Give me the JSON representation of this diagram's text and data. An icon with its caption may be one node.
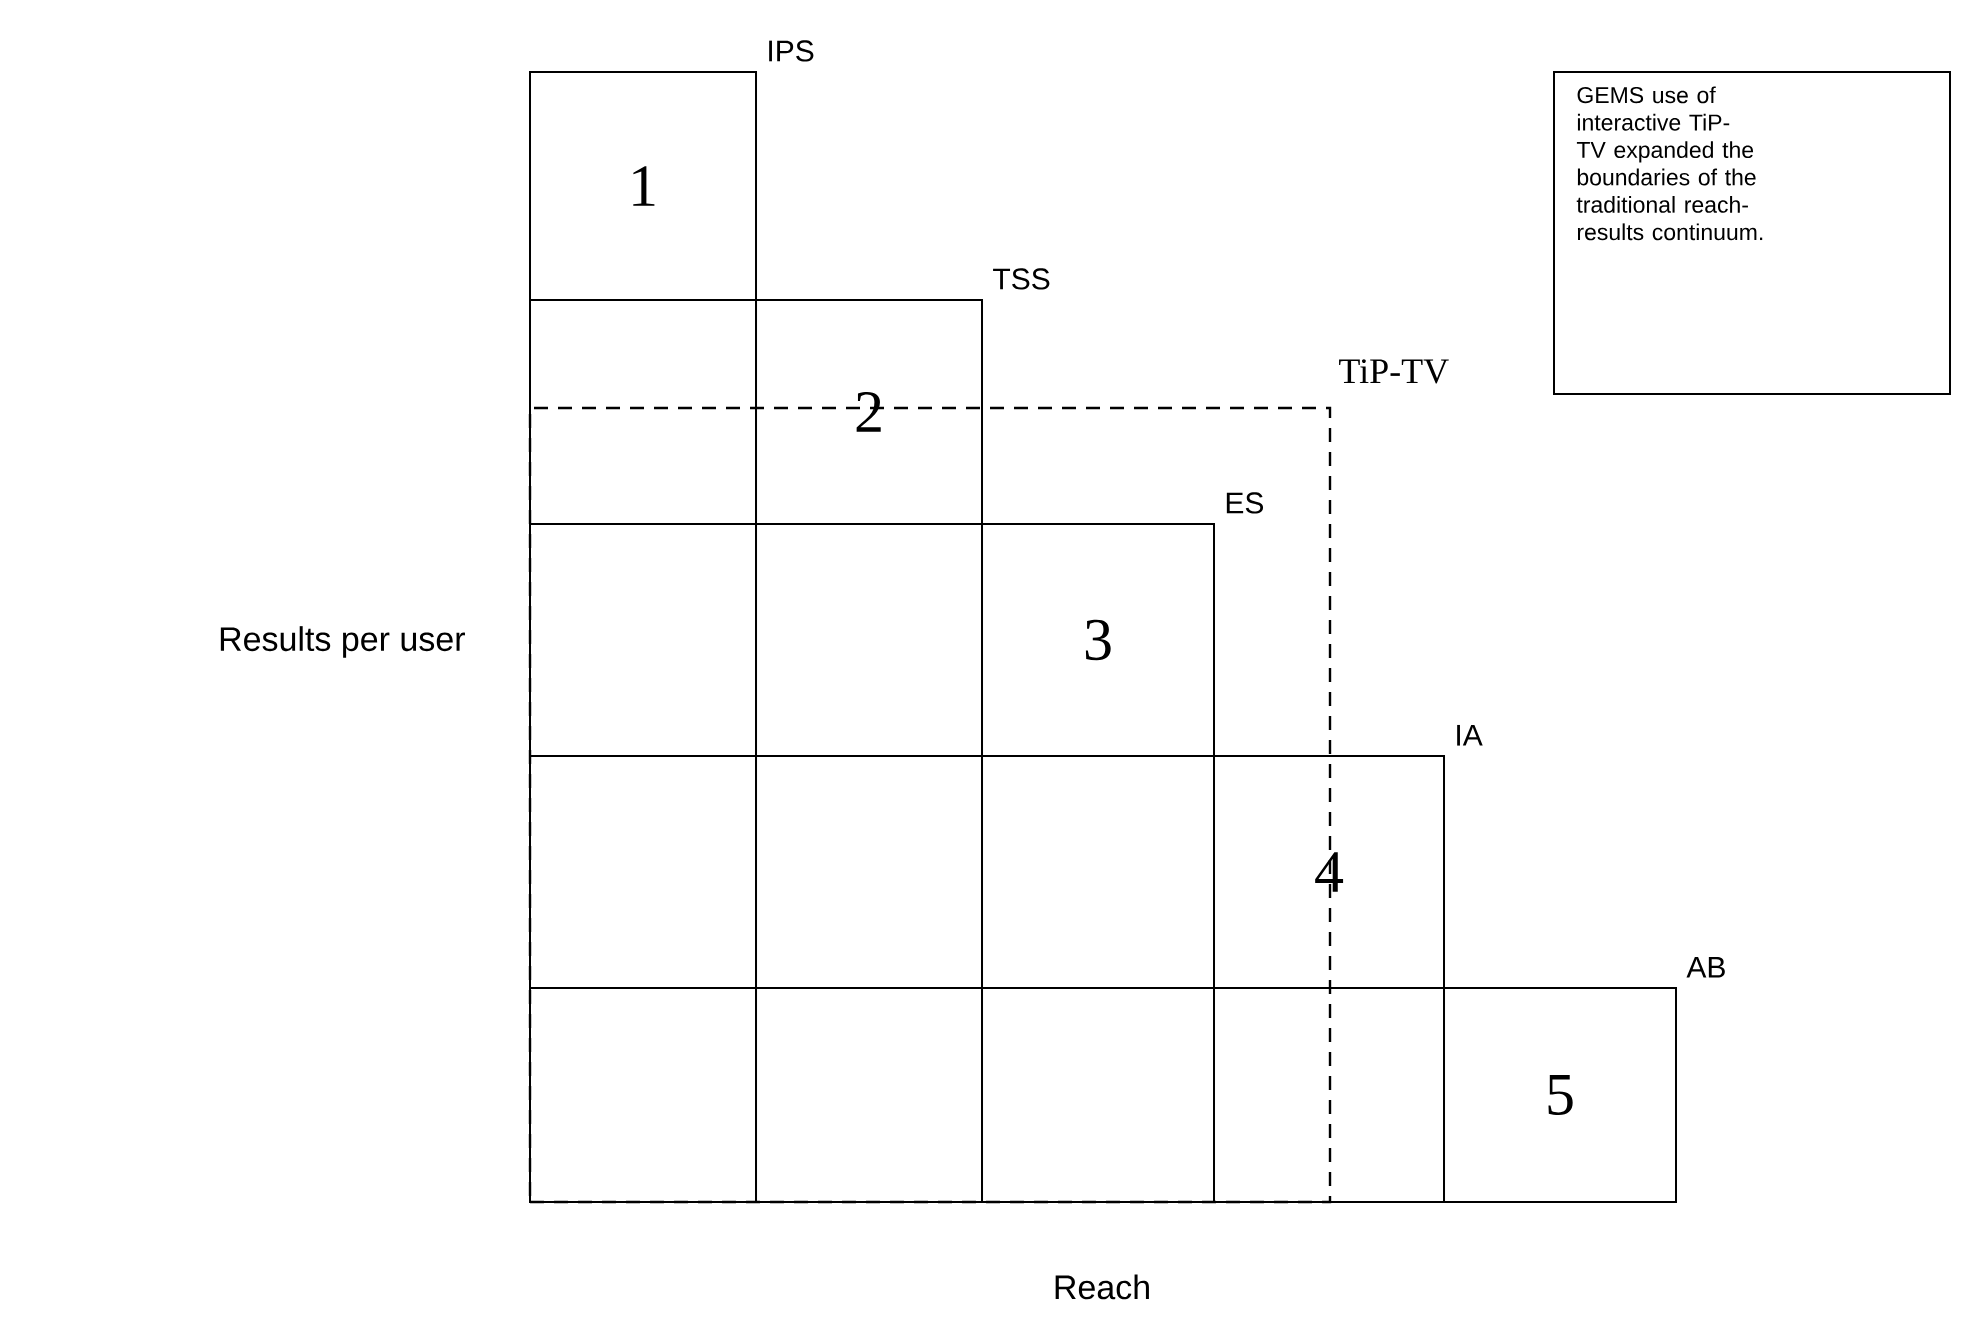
{
  "diagram": {
    "nodes": [
      {
        "text": [
          "1"
        ],
        "beside": [
          "IPS"
        ]
      },
      {
        "text": [
          "GEMS use of interactive TiP-TV expanded the boundaries of the traditional reach-results continuum."
        ]
      },
      {
        "text": [],
        "shape": "box"
      },
      {
        "text": [
          "2"
        ],
        "beside": [
          "TSS"
        ]
      },
      {
        "text": [
          "TiP-TV"
        ]
      },
      {
        "text": [],
        "shape": "box",
        "in": 4
      },
      {
        "text": [],
        "shape": "box",
        "in": 4
      },
      {
        "text": [
          "3"
        ],
        "beside": [
          "ES"
        ],
        "in": 4
      },
      {
        "text": [],
        "shape": "box",
        "in": 4
      },
      {
        "text": [],
        "shape": "box",
        "in": 4
      },
      {
        "text": [],
        "shape": "box",
        "in": 4
      },
      {
        "text": [
          "4"
        ],
        "beside": [
          "IA"
        ]
      },
      {
        "text": [],
        "shape": "box",
        "in": 4
      },
      {
        "text": [],
        "shape": "box",
        "in": 4
      },
      {
        "text": [],
        "shape": "box",
        "in": 4
      },
      {
        "text": [],
        "shape": "box"
      },
      {
        "text": [
          "5"
        ],
        "beside": [
          "AB"
        ]
      }
    ],
    "edges": [],
    "labels": [
      "Results per user",
      "Reach"
    ]
  }
}
